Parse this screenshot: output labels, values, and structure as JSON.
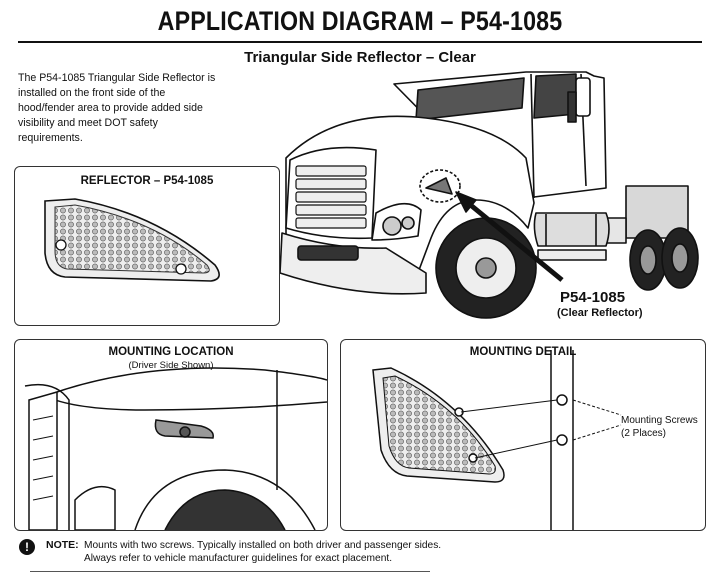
{
  "header": {
    "title": "APPLICATION DIAGRAM – P54-1085",
    "subtitle": "Triangular Side Reflector – Clear"
  },
  "intro": {
    "text": "The P54-1085 Triangular Side Reflector is installed on the front side of the hood/fender area to provide added side visibility and meet DOT safety requirements."
  },
  "reflector_panel": {
    "label": "REFLECTOR – P54-1085"
  },
  "truck_callout": {
    "part": "P54-1085",
    "description": "(Clear Reflector)"
  },
  "location_panel": {
    "label": "MOUNTING LOCATION",
    "sublabel": "(Driver Side Shown)"
  },
  "detail_panel": {
    "label": "MOUNTING DETAIL",
    "screws_label_line1": "Mounting Screws",
    "screws_label_line2": "(2 Places)"
  },
  "note": {
    "icon": "exclamation-icon",
    "label": "NOTE:",
    "line1": "Mounts with two screws. Typically installed on both driver and passenger sides.",
    "line2": "Always refer to vehicle manufacturer guidelines for exact placement."
  }
}
